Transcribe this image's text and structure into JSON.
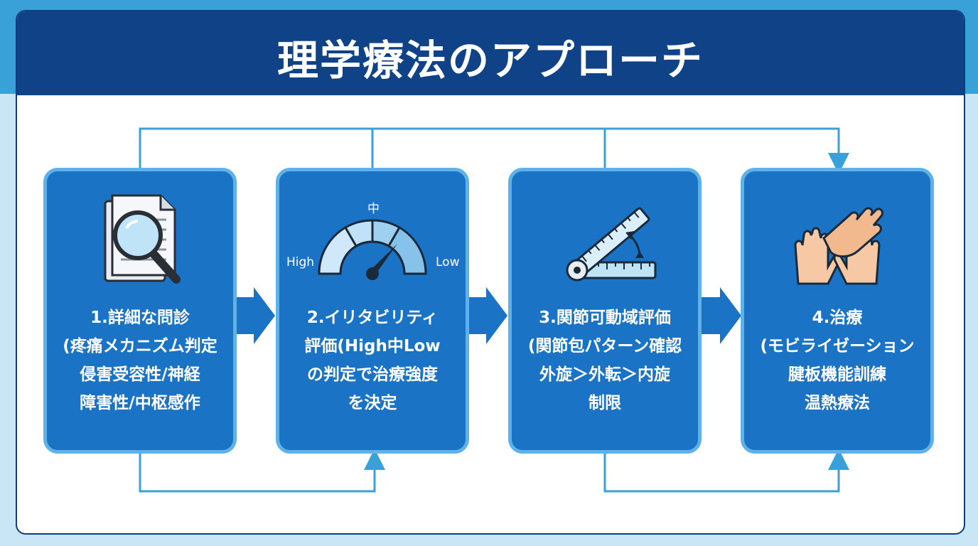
{
  "title": "理学療法のアプローチ",
  "steps": [
    {
      "heading": "1.詳細な問診",
      "lines": [
        "(疼痛メカニズム判定",
        "侵害受容性/神経",
        "障害性/中枢感作"
      ],
      "icon": "document-magnifier-icon"
    },
    {
      "heading": "2.イリタビリティ",
      "lines": [
        "評価(High中Low",
        "の判定で治療強度",
        "を決定"
      ],
      "icon": "gauge-icon",
      "gauge": {
        "left_label": "High",
        "top_label": "中",
        "right_label": "Low"
      }
    },
    {
      "heading": "3.関節可動域評価",
      "lines": [
        "(関節包パターン確認",
        "外旋＞外転＞内旋",
        "制限"
      ],
      "icon": "goniometer-icon"
    },
    {
      "heading": "4.治療",
      "lines": [
        "(モビライゼーション",
        "腱板機能訓練",
        "温熱療法"
      ],
      "icon": "hands-icon"
    }
  ],
  "colors": {
    "header": "#0f4286",
    "card": "#1b73c6",
    "card_border": "#5fb2e8",
    "arrow": "#1b73c6",
    "connector": "#3aa0d8"
  }
}
